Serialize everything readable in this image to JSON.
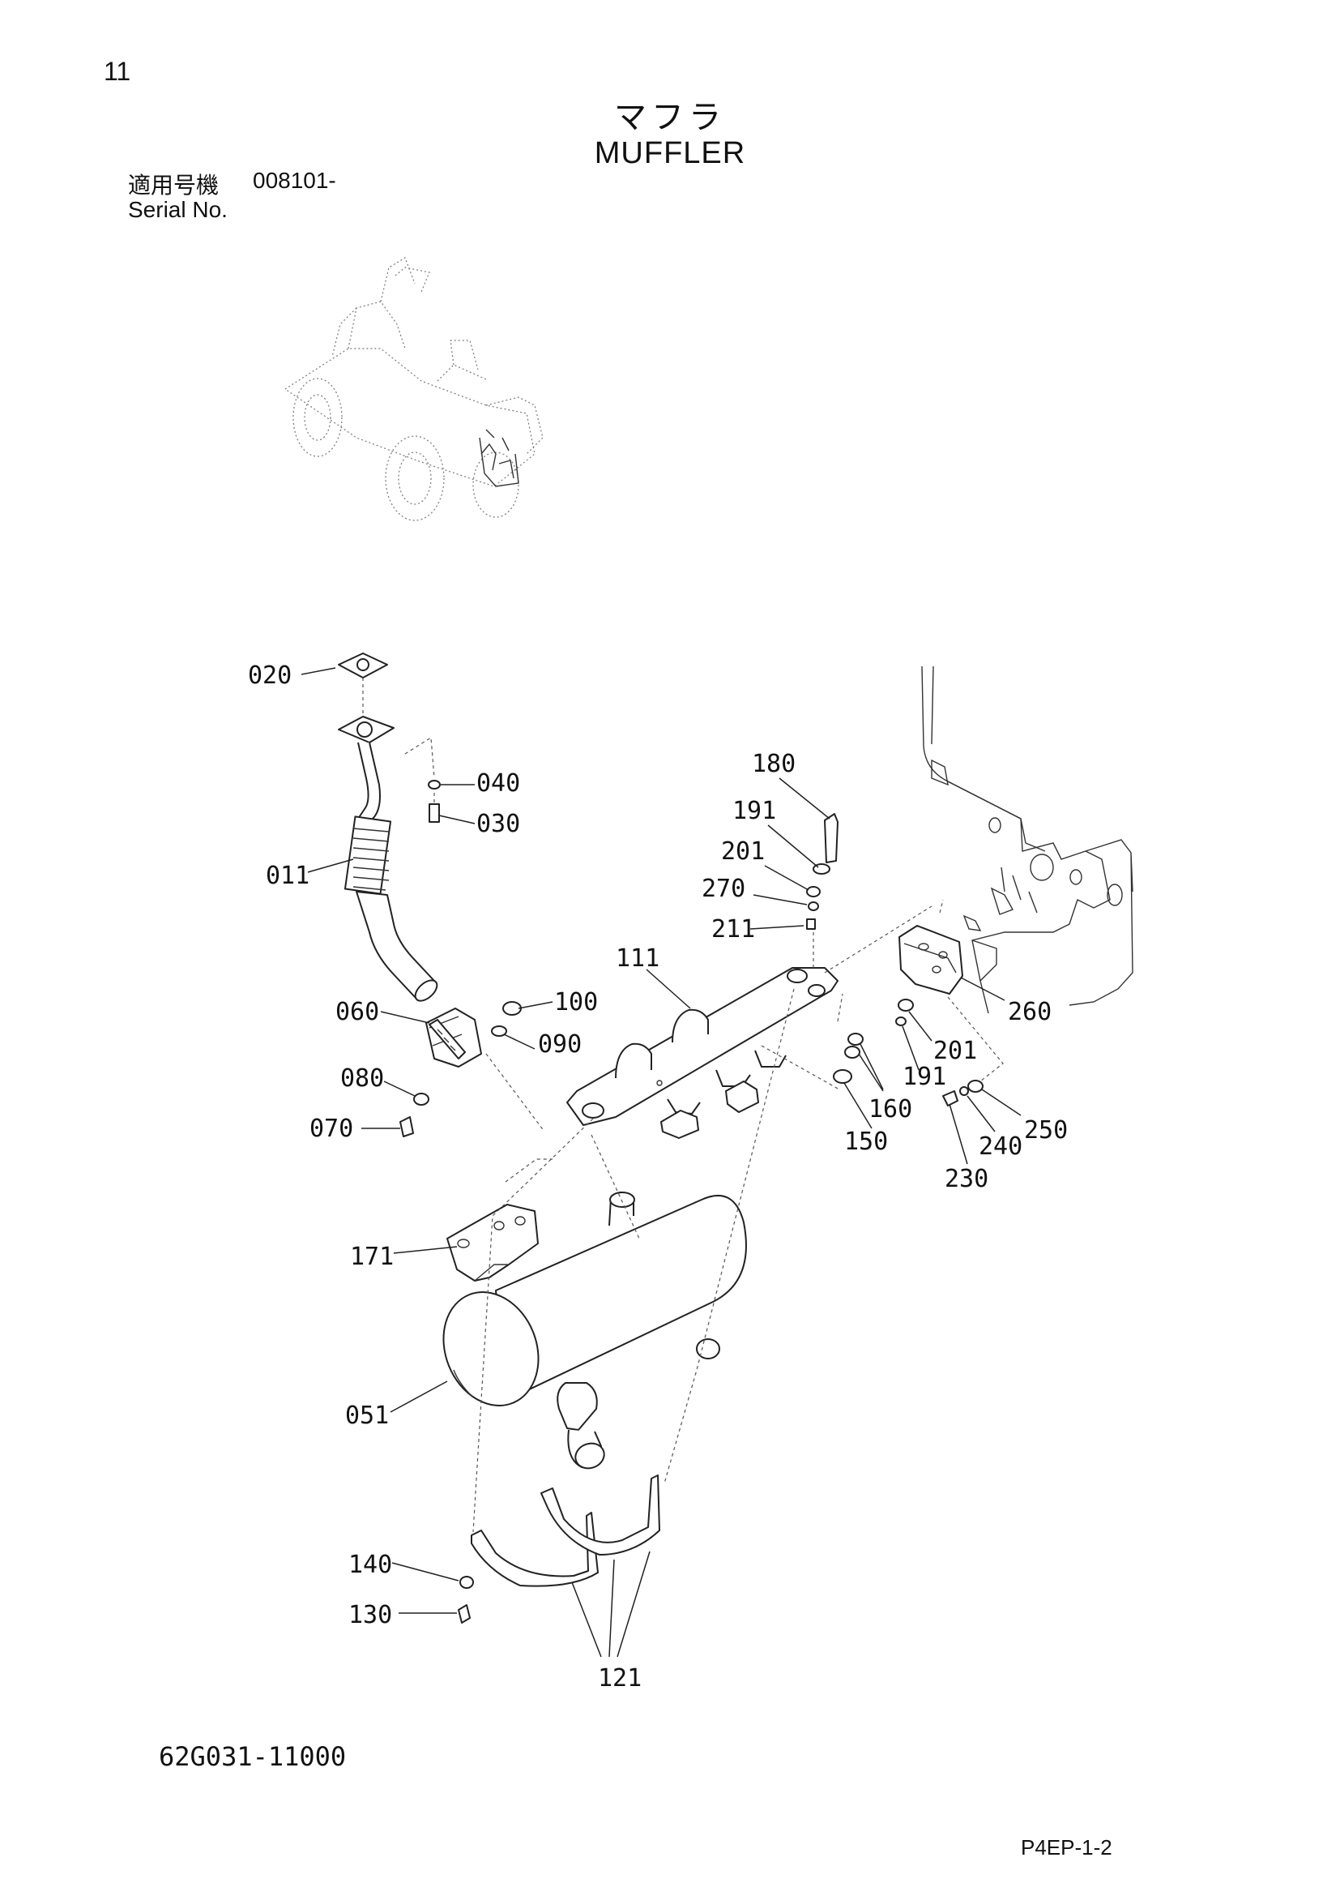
{
  "header": {
    "page_number": "11",
    "title_jp": "マフラ",
    "title_en": "MUFFLER",
    "serial_label_jp": "適用号機",
    "serial_value": "008101-",
    "serial_label_en": "Serial No."
  },
  "footer": {
    "drawing_number": "62G031-11000",
    "page_code": "P4EP-1-2"
  },
  "callouts": {
    "p020": "020",
    "p040": "040",
    "p030": "030",
    "p011": "011",
    "p180": "180",
    "p191a": "191",
    "p201a": "201",
    "p270": "270",
    "p211": "211",
    "p111": "111",
    "p100": "100",
    "p060": "060",
    "p090": "090",
    "p260": "260",
    "p201b": "201",
    "p191b": "191",
    "p080": "080",
    "p160": "160",
    "p070": "070",
    "p250": "250",
    "p150": "150",
    "p240": "240",
    "p230": "230",
    "p171": "171",
    "p051": "051",
    "p140": "140",
    "p130": "130",
    "p121": "121"
  }
}
